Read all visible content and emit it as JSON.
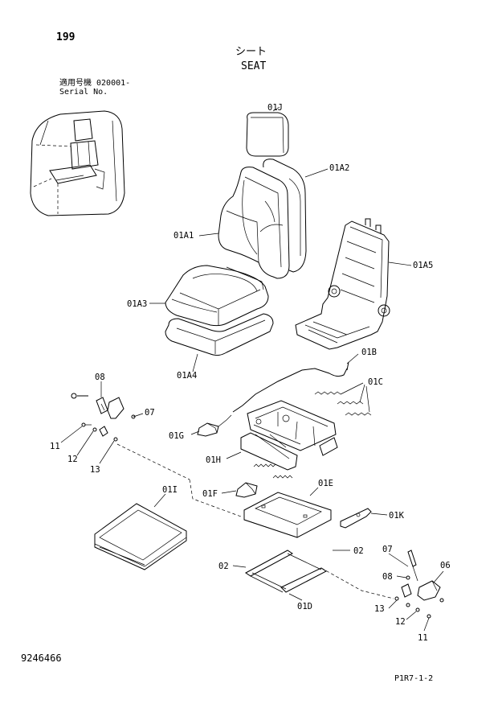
{
  "header": {
    "page_number": "199",
    "title_jp": "シート",
    "title_en": "SEAT",
    "serial_label_jp": "適用号機 020001-",
    "serial_label_en": "Serial No."
  },
  "footer": {
    "document_code": "9246466",
    "reference_code": "P1R7-1-2"
  },
  "callouts": {
    "c01J": "01J",
    "c01A2": "01A2",
    "c01A1": "01A1",
    "c01A5": "01A5",
    "c01A3": "01A3",
    "c01A4": "01A4",
    "c01B": "01B",
    "c01C": "01C",
    "c08a": "08",
    "c07a": "07",
    "c01G": "01G",
    "c11a": "11",
    "c12a": "12",
    "c13a": "13",
    "c01H": "01H",
    "c01I": "01I",
    "c01E": "01E",
    "c01F": "01F",
    "c01K": "01K",
    "c02a": "02",
    "c02b": "02",
    "c07b": "07",
    "c06": "06",
    "c08b": "08",
    "c01D": "01D",
    "c13b": "13",
    "c12b": "12",
    "c11b": "11"
  }
}
